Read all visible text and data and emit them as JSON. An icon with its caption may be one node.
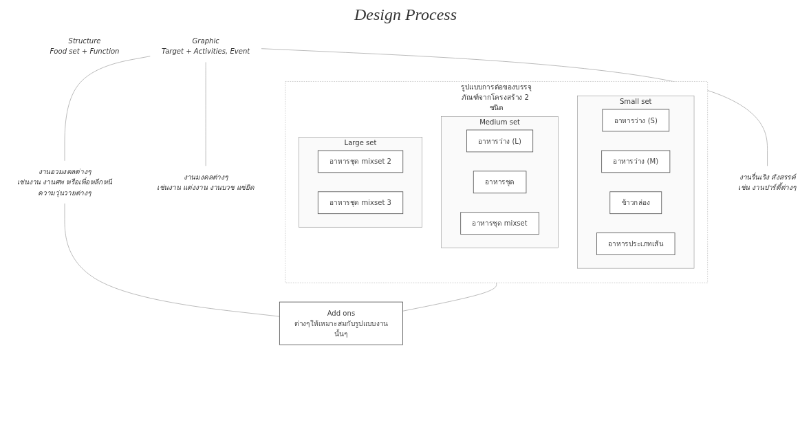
{
  "diagram": {
    "title": "Design Process",
    "nodes": [
      {
        "text": [
          "Structure",
          "Food set + Function"
        ]
      },
      {
        "text": [
          "Graphic",
          "Target + Activities, Event"
        ]
      },
      {
        "text": [
          "รูปแบบการต่อของบรรจุภัณฑ์จากโครงสร้าง 2 ชนิด"
        ]
      },
      {
        "text": [
          "Small set"
        ],
        "in": 2
      },
      {
        "text": [
          "อาหารว่าง (S)"
        ],
        "in": 3
      },
      {
        "text": [
          "อาหารว่าง (M)"
        ],
        "in": 3
      },
      {
        "text": [
          "ข้าวกล่อง"
        ],
        "in": 3
      },
      {
        "text": [
          "อาหารประเภทเส้น"
        ],
        "in": 3
      },
      {
        "text": [
          "Medium set"
        ],
        "in": 2
      },
      {
        "text": [
          "อาหารว่าง (L)"
        ],
        "in": 8
      },
      {
        "text": [
          "อาหารชุด"
        ],
        "in": 8
      },
      {
        "text": [
          "อาหารชุด mixset"
        ],
        "in": 8
      },
      {
        "text": [
          "Large set"
        ],
        "in": 2
      },
      {
        "text": [
          "อาหารชุด mixset 2"
        ],
        "in": 12
      },
      {
        "text": [
          "อาหารชุด mixset 3"
        ],
        "in": 12
      },
      {
        "text": [
          "งานมงคลต่างๆ",
          "เช่นงาน แต่งงาน งานบวช แซ่ยิด"
        ]
      },
      {
        "text": [
          "งานอวมงคลต่างๆ",
          "เช่นงาน งานศพ หรือเพื่อหลีกหนีความวุ่นวายต่างๆ"
        ]
      },
      {
        "text": [
          "งานรื่นเริง สังสรรค์",
          "เช่น งานปาร์ตี้ต่างๆ"
        ]
      },
      {
        "text": [
          "Add ons",
          "ต่างๆให้เหมาะสมกับรูปแบบงานนั้นๆ"
        ]
      }
    ],
    "edges": [
      {
        "from": 1,
        "to": 15,
        "arrow": "none"
      },
      {
        "from": 1,
        "to": 16,
        "arrow": "none"
      },
      {
        "from": 1,
        "to": 17,
        "arrow": "none"
      },
      {
        "from": 16,
        "to": 18,
        "arrow": "none"
      },
      {
        "from": 2,
        "to": 18,
        "arrow": "none"
      }
    ]
  }
}
